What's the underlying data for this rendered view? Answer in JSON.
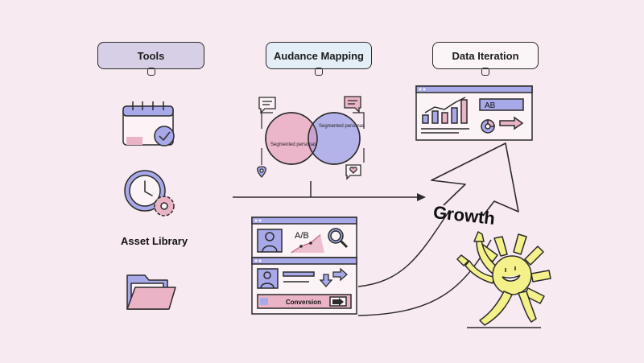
{
  "columns": {
    "tools": "Tools",
    "audience": "Audance Mapping",
    "iteration": "Data Iteration"
  },
  "asset_library": "Asset Library",
  "venn": {
    "left": "Segmented personas",
    "right": "Segmented personas"
  },
  "funnel_card": {
    "ab": "A/B",
    "conversion": "Conversion"
  },
  "dashboard": {
    "ab": "AB"
  },
  "growth": "Growth",
  "colors": {
    "background": "#f8eaf1",
    "lavender": "#d7cfe6",
    "blue_light": "#e3eef7",
    "pink": "#eab3c6",
    "periwinkle": "#a7a9e8",
    "yellow": "#f4f08a",
    "ink": "#2b2b2b"
  },
  "icons": [
    "calendar-check-icon",
    "clock-gear-icon",
    "folder-icon",
    "chat-icon",
    "location-pin-icon",
    "heart-chat-icon",
    "magnifier-icon",
    "user-icon",
    "arrow-right-icon",
    "arrow-down-icon"
  ]
}
